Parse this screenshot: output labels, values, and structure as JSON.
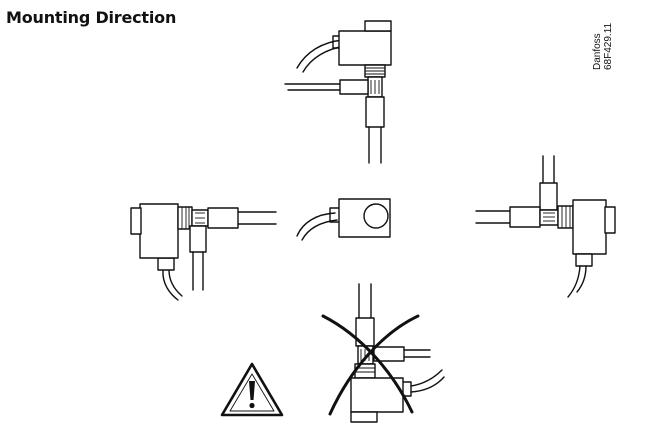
{
  "figure": {
    "title": "Mounting Direction",
    "brand_label": "Danfoss",
    "drawing_number": "68F429.11"
  },
  "icons": {
    "warning": "warning-triangle-icon"
  }
}
